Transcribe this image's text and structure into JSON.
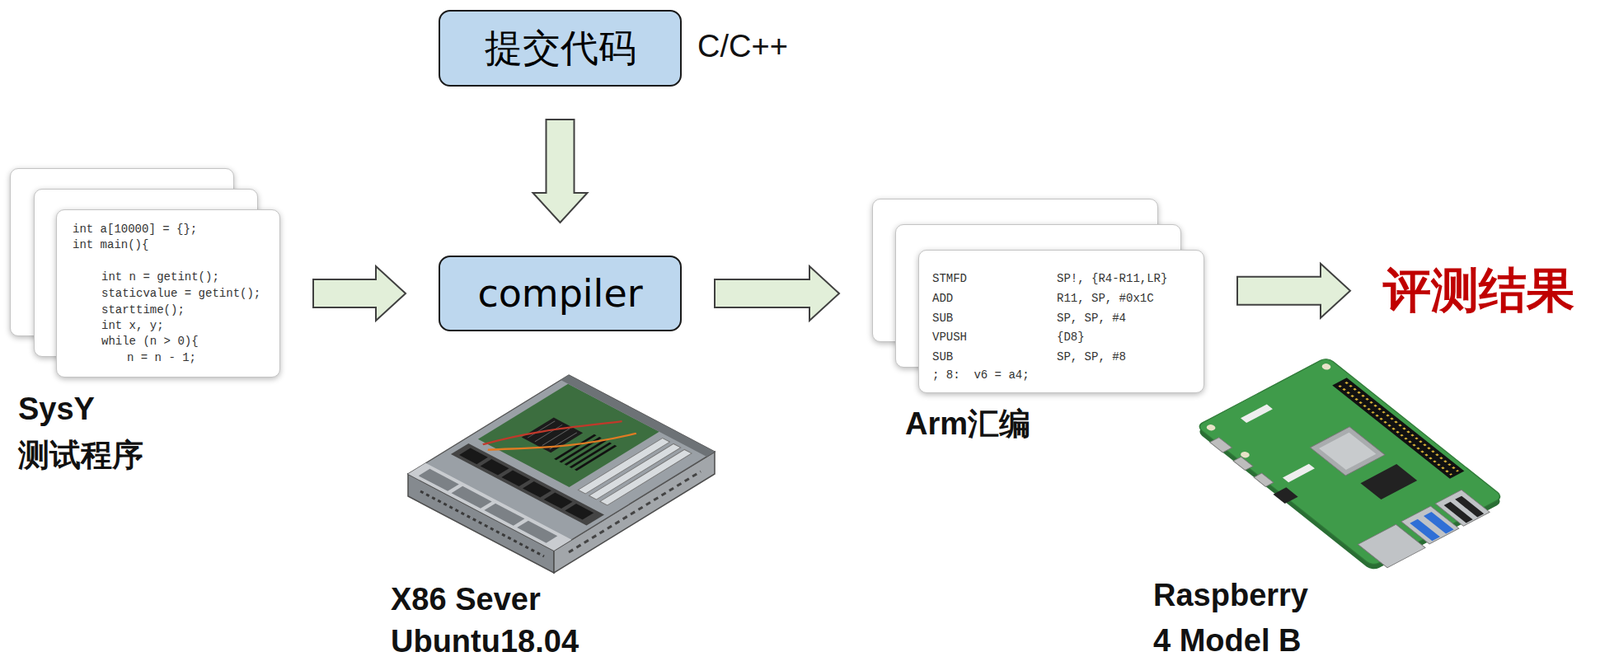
{
  "diagram": {
    "nodes": [
      {
        "text": [
          "提交代码"
        ]
      },
      {
        "text": [
          "int a[10000] = {};",
          "int main(){",
          "int n = getint();",
          "staticvalue = getint();",
          "starttime();",
          "int x, y;",
          "while (n > 0){",
          "n = n - 1;"
        ]
      },
      {
        "text": [
          "compiler"
        ]
      },
      {
        "text": [
          "STMFD",
          "SP!, {R4-R11,LR}",
          "ADD",
          "R11, SP, #0x1C",
          "SUB",
          "SP, SP, #4",
          "VPUSH",
          "{D8}",
          "SUB",
          "SP, SP, #8",
          "; 8:  v6 = a4;"
        ]
      },
      {
        "text": [
          "评测结果"
        ]
      }
    ],
    "edges": [
      {
        "from": 1,
        "to": 2,
        "arrow": "to"
      },
      {
        "from": 0,
        "to": 2,
        "arrow": "to"
      },
      {
        "from": 2,
        "to": 3,
        "arrow": "to"
      },
      {
        "from": 3,
        "to": 4,
        "arrow": "to"
      }
    ],
    "labels": [
      "C/C++",
      "SysY",
      "测试程序",
      "X86 Sever",
      "Ubuntu18.04",
      "Arm汇编",
      "Raspberry",
      "4 Model B"
    ]
  }
}
